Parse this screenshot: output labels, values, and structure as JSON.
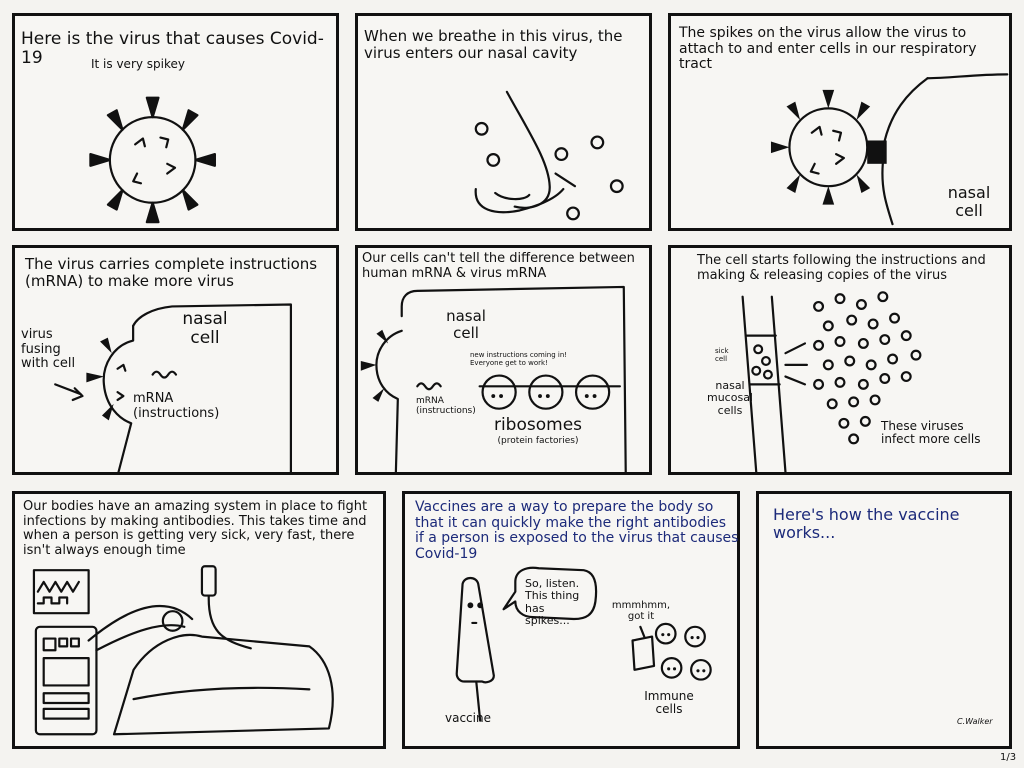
{
  "panels": [
    {
      "title": "Here is the virus that causes Covid-19",
      "subtitle": "It is very spikey"
    },
    {
      "title": "When we breathe in this virus, the virus enters our nasal cavity"
    },
    {
      "title": "The spikes on the virus allow the virus to attach to and enter cells in our respiratory tract",
      "cell_label": "nasal cell"
    },
    {
      "title": "The virus carries complete instructions (mRNA) to make more virus",
      "cell_label": "nasal cell",
      "virus_label": "virus fusing with cell",
      "mrna_label": "mRNA (instructions)"
    },
    {
      "title": "Our cells can't tell the difference between human mRNA & virus mRNA",
      "cell_label": "nasal cell",
      "mrna_label": "mRNA (instructions)",
      "speech": "new instructions coming in! Everyone get to work!",
      "ribosome_label": "ribosomes",
      "ribosome_sub": "(protein factories)"
    },
    {
      "title": "The cell starts following the instructions and making & releasing copies of the virus",
      "sick_cell_label": "sick cell",
      "tissue_label": "nasal mucosal cells",
      "infect_label": "These viruses infect more cells"
    },
    {
      "title": "Our bodies have an amazing system in place to fight infections by making antibodies. This takes time and when a person is getting very sick, very fast, there isn't always enough time"
    },
    {
      "title": "Vaccines are a way to prepare the body so that it can quickly make the right antibodies if a person is exposed to the virus that causes Covid-19",
      "speech_vaccine": "So, listen. This thing has spikes...",
      "speech_immune": "mmmhmm, got it",
      "vaccine_label": "vaccine",
      "immune_label": "Immune cells"
    },
    {
      "title": "Here's how the vaccine works..."
    }
  ],
  "signature": "C.Walker",
  "page_number": "1/3"
}
